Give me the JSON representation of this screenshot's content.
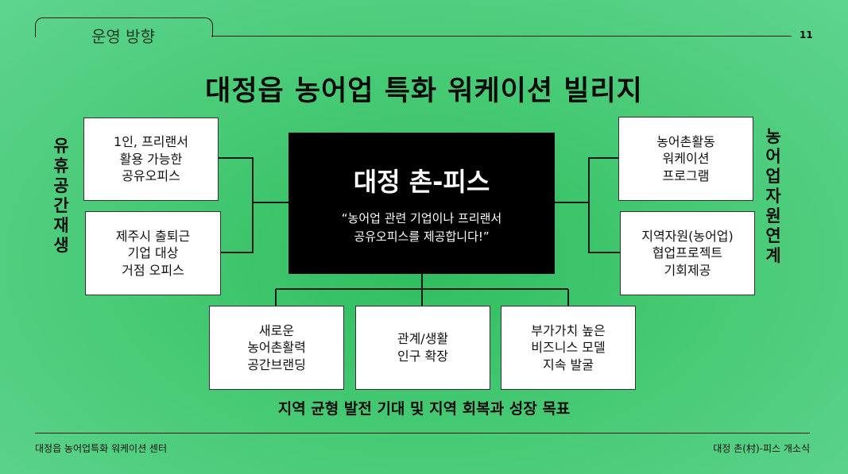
{
  "header": {
    "section_label": "운영 방향",
    "page_number": "11"
  },
  "title": "대정읍 농어업 특화 워케이션 빌리지",
  "center": {
    "title": "대정 촌-피스",
    "quote": "“농어업 관련 기업이나 프리랜서\n공유오피스를 제공합니다!”"
  },
  "left_label": "유휴공간재생",
  "right_label": "농어업자원연계",
  "left_boxes": [
    {
      "text": "1인, 프리랜서\n활용 가능한\n공유오피스"
    },
    {
      "text": "제주시 출퇴근\n기업 대상\n거점 오피스"
    }
  ],
  "right_boxes": [
    {
      "text": "농어촌활동\n워케이션\n프로그램"
    },
    {
      "text": "지역자원(농어업)\n협업프로젝트\n기회제공"
    }
  ],
  "bottom_boxes": [
    {
      "text": "새로운\n농어촌활력\n공간브랜딩"
    },
    {
      "text": "관계/생활\n인구 확장"
    },
    {
      "text": "부가가치 높은\n비즈니스 모델\n지속 발굴"
    }
  ],
  "bottom_goal": "지역 균형 발전 기대 및 지역 회복과 성장 목표",
  "footer": {
    "left": "대정읍 농어업특화 워케이션 센터",
    "right": "대정 촌(村)-피스 개소식"
  }
}
